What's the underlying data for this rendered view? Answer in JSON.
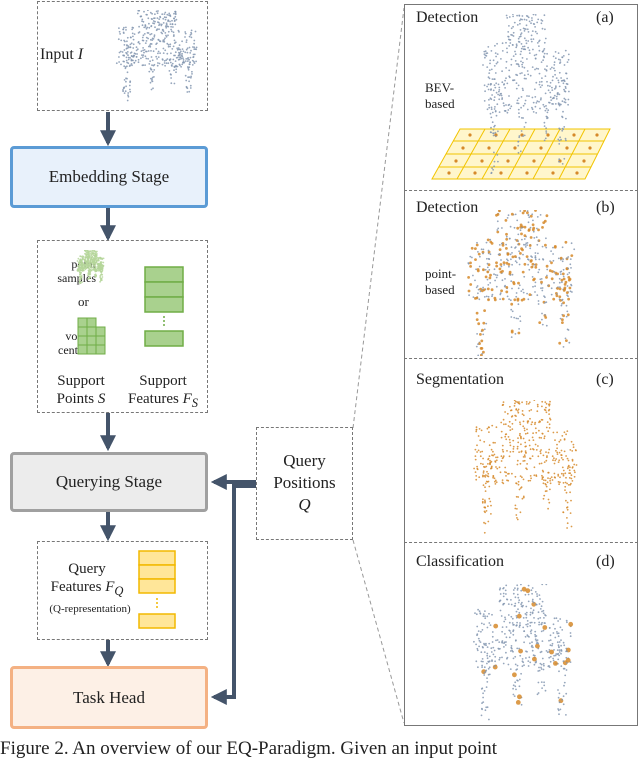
{
  "left": {
    "input_label": "Input",
    "input_symbol": "I",
    "embedding_label": "Embedding Stage",
    "support": {
      "point_samples": "point samples",
      "or": "or",
      "voxel_centers": "voxel centers",
      "points_label_1": "Support",
      "points_label_2": "Points",
      "points_symbol": "S",
      "features_label_1": "Support",
      "features_label_2": "Features",
      "features_symbol": "F",
      "features_subscript": "S"
    },
    "querying_label": "Querying Stage",
    "query_features_1": "Query",
    "query_features_2": "Features",
    "query_features_symbol": "F",
    "query_features_subscript": "Q",
    "q_repr": "(Q-representation)",
    "task_head_label": "Task Head"
  },
  "middle": {
    "line1": "Query",
    "line2": "Positions",
    "symbol": "Q"
  },
  "right": {
    "panels": [
      {
        "title": "Detection",
        "tag": "(a)",
        "side_1": "BEV-",
        "side_2": "based"
      },
      {
        "title": "Detection",
        "tag": "(b)",
        "side_1": "point-",
        "side_2": "based"
      },
      {
        "title": "Segmentation",
        "tag": "(c)",
        "side_1": "",
        "side_2": ""
      },
      {
        "title": "Classification",
        "tag": "(d)",
        "side_1": "",
        "side_2": ""
      }
    ]
  },
  "caption": "Figure 2. An overview of our EQ-Paradigm. Given an input point",
  "colors": {
    "embedding_border": "#5b9bd5",
    "embedding_fill": "#e8f1fb",
    "querying_border": "#a0a0a0",
    "querying_fill": "#ececec",
    "task_border": "#f4b183",
    "task_fill": "#fdf0e6",
    "arrow": "#44546a",
    "green_border": "#70ad47",
    "green_fill": "#a9d18e",
    "yellow_border": "#f2b800",
    "yellow_fill": "#ffe699",
    "point_blue": "#8497b0",
    "point_orange": "#d6892a"
  },
  "icons": [
    "chair-point-cloud-icon",
    "feature-stack-icon",
    "voxel-icon"
  ]
}
